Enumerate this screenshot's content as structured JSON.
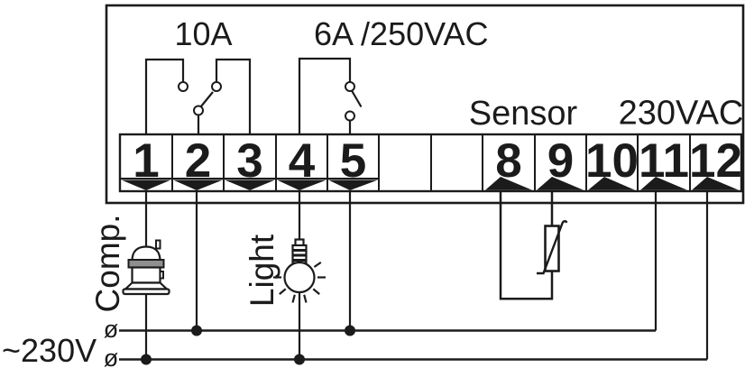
{
  "labels": {
    "relay1_rating": "10A",
    "relay2_rating": "6A /250VAC",
    "sensor": "Sensor",
    "supply_voltage": "230VAC",
    "mains_voltage": "~230V",
    "compressor": "Comp.",
    "light": "Light",
    "phase_symbol": "ø"
  },
  "terminals": [
    "1",
    "2",
    "3",
    "4",
    "5",
    "8",
    "9",
    "10",
    "11",
    "12"
  ],
  "colors": {
    "line": "#1b1b1b",
    "background": "#ffffff",
    "compressor_band": "#8f8f8f"
  }
}
